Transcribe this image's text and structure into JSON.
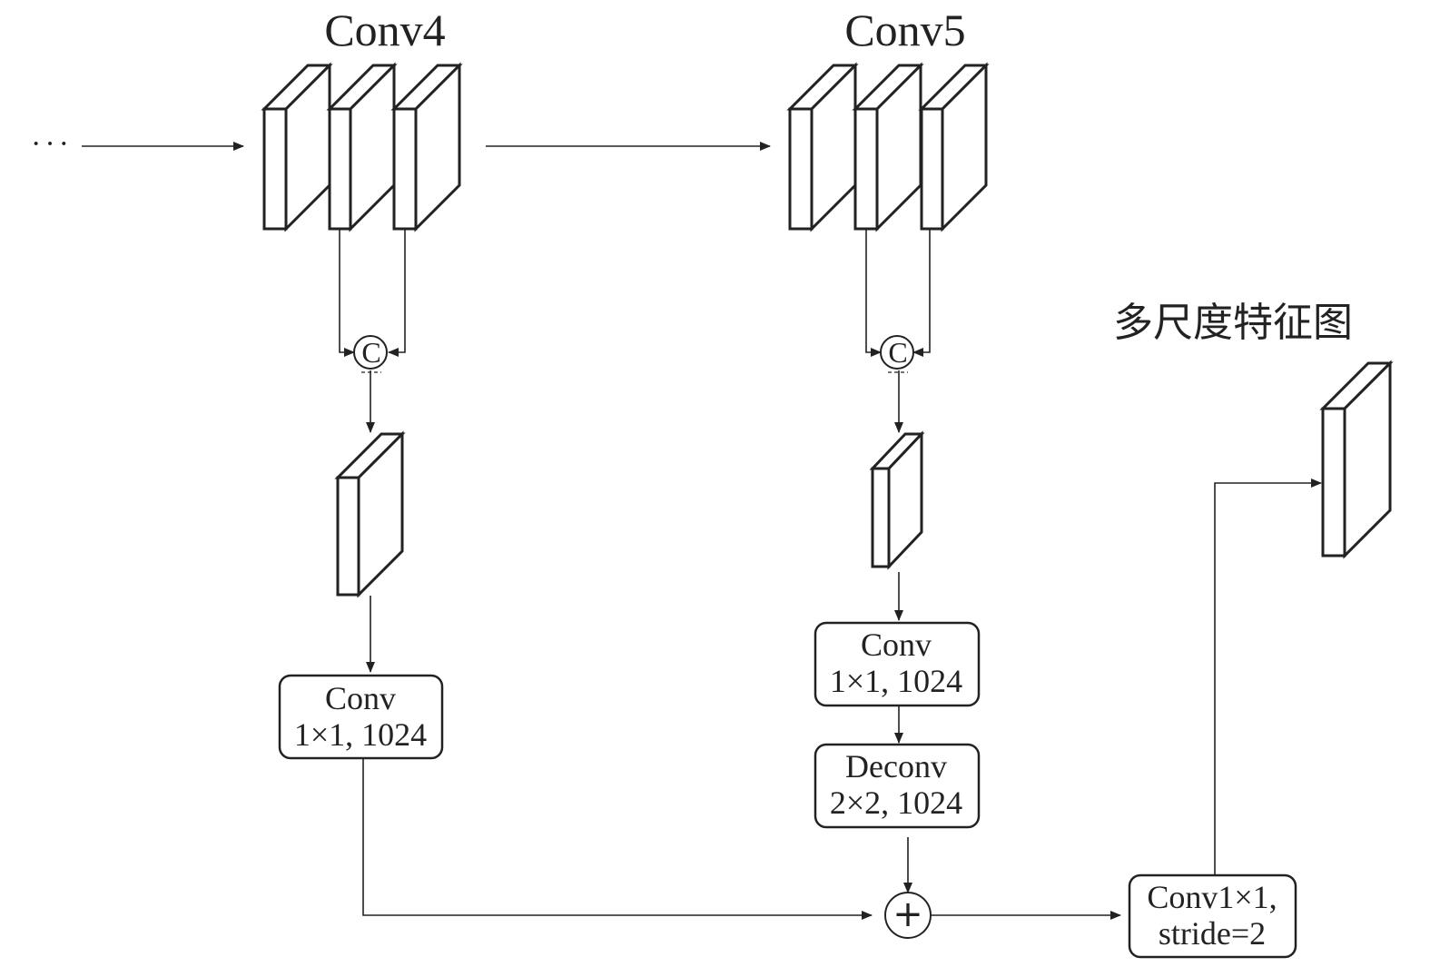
{
  "blocks": {
    "conv4_title": "Conv4",
    "conv5_title": "Conv5",
    "output_title": "多尺度特征图",
    "input_ellipsis": "···"
  },
  "ops": {
    "concat_symbol": "C",
    "add_symbol": "+"
  },
  "boxes": {
    "conv4_conv_line1": "Conv",
    "conv4_conv_line2": "1×1, 1024",
    "conv5_conv_line1": "Conv",
    "conv5_conv_line2": "1×1, 1024",
    "conv5_deconv_line1": "Deconv",
    "conv5_deconv_line2": "2×2, 1024",
    "final_conv_line1": "Conv1×1,",
    "final_conv_line2": "stride=2"
  },
  "style": {
    "line_color": "#222222",
    "fill_color": "#ffffff"
  }
}
